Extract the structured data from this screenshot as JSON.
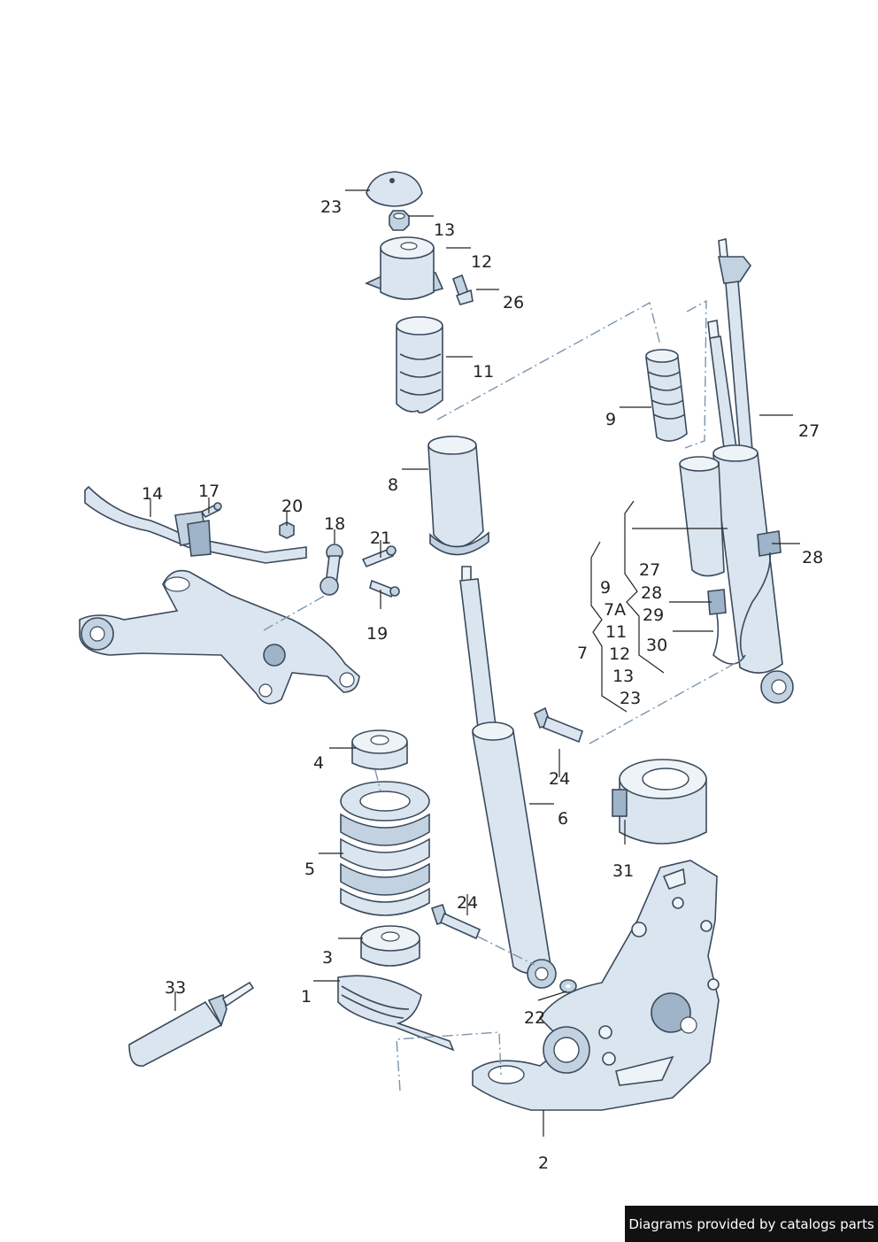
{
  "labels": {
    "p23_top": "23",
    "p13_top": "13",
    "p12_top": "12",
    "p26": "26",
    "p11_top": "11",
    "p9_top": "9",
    "p27_top": "27",
    "p8": "8",
    "p14": "14",
    "p17": "17",
    "p20": "20",
    "p18": "18",
    "p21": "21",
    "p19": "19",
    "p28_top": "28",
    "p4": "4",
    "p5": "5",
    "p6": "6",
    "p24_right": "24",
    "p31": "31",
    "p24_lower": "24",
    "p3": "3",
    "p1": "1",
    "p33": "33",
    "p22": "22",
    "p2": "2"
  },
  "kit_left": {
    "main": "7",
    "items": [
      "9",
      "7A",
      "11",
      "12",
      "13",
      "23"
    ]
  },
  "kit_right": {
    "items": [
      "27",
      "28",
      "29",
      "30"
    ]
  },
  "watermark": "Diagrams provided by catalogs parts"
}
